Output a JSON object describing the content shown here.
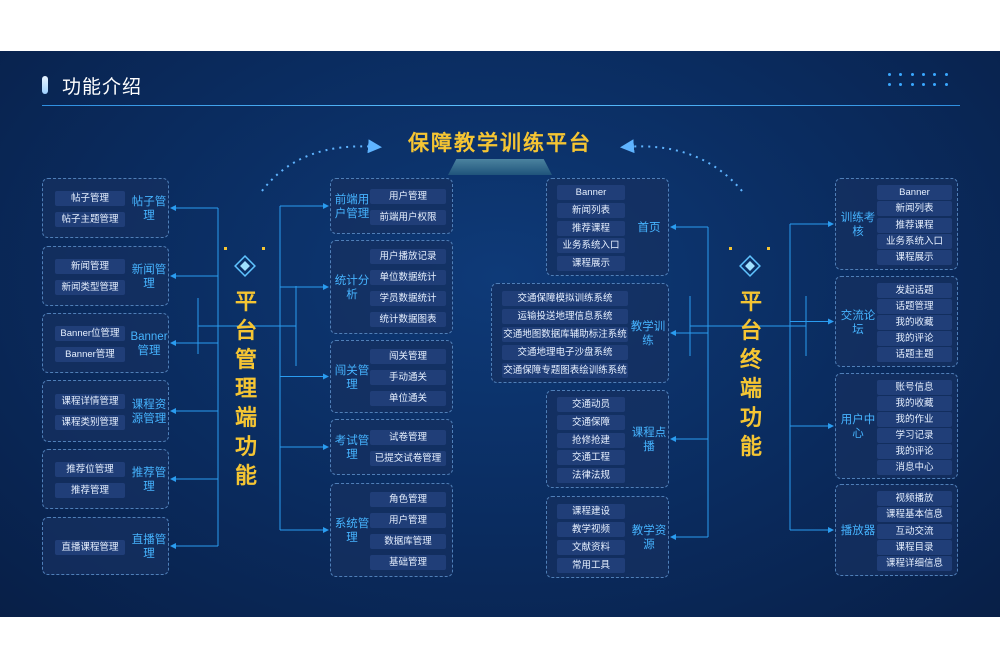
{
  "header": {
    "title": "功能介绍"
  },
  "platform": {
    "title": "保障教学训练平台"
  },
  "left_system": {
    "title": "平台管理端功能",
    "left_groups": [
      {
        "label": "帖子管理",
        "items": [
          "帖子管理",
          "帖子主题管理"
        ]
      },
      {
        "label": "新闻管理",
        "items": [
          "新闻管理",
          "新闻类型管理"
        ]
      },
      {
        "label": "Banner管理",
        "items": [
          "Banner位管理",
          "Banner管理"
        ]
      },
      {
        "label": "课程资源管理",
        "items": [
          "课程详情管理",
          "课程类别管理"
        ]
      },
      {
        "label": "推荐管理",
        "items": [
          "推荐位管理",
          "推荐管理"
        ]
      },
      {
        "label": "直播管理",
        "items": [
          "直播课程管理"
        ]
      }
    ],
    "right_groups": [
      {
        "label": "前端用户管理",
        "items": [
          "用户管理",
          "前端用户权限"
        ]
      },
      {
        "label": "统计分析",
        "items": [
          "用户播放记录",
          "单位数据统计",
          "学员数据统计",
          "统计数据图表"
        ]
      },
      {
        "label": "闯关管理",
        "items": [
          "闯关管理",
          "手动通关",
          "单位通关"
        ]
      },
      {
        "label": "考试管理",
        "items": [
          "试卷管理",
          "已提交试卷管理"
        ]
      },
      {
        "label": "系统管理",
        "items": [
          "角色管理",
          "用户管理",
          "数据库管理",
          "基础管理"
        ]
      }
    ]
  },
  "right_system": {
    "title": "平台终端功能",
    "left_groups": [
      {
        "label": "首页",
        "items": [
          "Banner",
          "新闻列表",
          "推荐课程",
          "业务系统入口",
          "课程展示"
        ]
      },
      {
        "label": "教学训练",
        "items": [
          "交通保障模拟训练系统",
          "运输投送地理信息系统",
          "交通地图数据库辅助标注系统",
          "交通地理电子沙盘系统",
          "交通保障专题图表绘训练系统"
        ]
      },
      {
        "label": "课程点播",
        "items": [
          "交通动员",
          "交通保障",
          "抢修抢建",
          "交通工程",
          "法律法规"
        ]
      },
      {
        "label": "教学资源",
        "items": [
          "课程建设",
          "教学视频",
          "文献资料",
          "常用工具"
        ]
      }
    ],
    "right_groups": [
      {
        "label": "训练考核",
        "items": [
          "Banner",
          "新闻列表",
          "推荐课程",
          "业务系统入口",
          "课程展示"
        ]
      },
      {
        "label": "交流论坛",
        "items": [
          "发起话题",
          "话题管理",
          "我的收藏",
          "我的评论",
          "话题主题"
        ]
      },
      {
        "label": "用户中心",
        "items": [
          "账号信息",
          "我的收藏",
          "我的作业",
          "学习记录",
          "我的评论",
          "消息中心"
        ]
      },
      {
        "label": "播放器",
        "items": [
          "视频播放",
          "课程基本信息",
          "互动交流",
          "课程目录",
          "课程详细信息"
        ]
      }
    ]
  },
  "colors": {
    "background": "#0a2b5e",
    "accent_yellow": "#f5c533",
    "label_blue": "#46b4ff",
    "item_bg": "#203e78",
    "connector": "#2a9cf0"
  },
  "icons": [
    "diamond-emblem-icon",
    "dot-grid-icon",
    "curved-arrow-icon"
  ]
}
